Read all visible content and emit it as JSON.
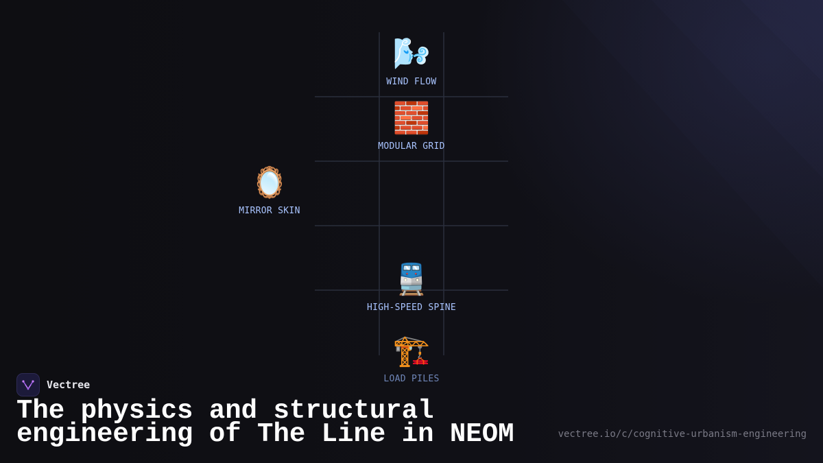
{
  "diagram": {
    "nodes": [
      {
        "id": "wind",
        "icon": "wind-icon",
        "emoji": "🌬️",
        "label": "WIND FLOW"
      },
      {
        "id": "grid",
        "icon": "bricks-icon",
        "emoji": "🧱",
        "label": "MODULAR GRID"
      },
      {
        "id": "mirror",
        "icon": "mirror-icon",
        "emoji": "🪞",
        "label": "MIRROR SKIN"
      },
      {
        "id": "train",
        "icon": "train-icon",
        "emoji": "🚆",
        "label": "HIGH-SPEED SPINE"
      },
      {
        "id": "piles",
        "icon": "construction-crane-icon",
        "emoji": "🏗️",
        "label": "LOAD PILES"
      }
    ]
  },
  "brand": {
    "name": "Vectree"
  },
  "headline": "The physics and structural\nengineering of The Line in NEOM",
  "footer": {
    "url": "vectree.io/c/cognitive-urbanism-engineering"
  },
  "colors": {
    "background": "#0f0f13",
    "label": "#a9c4ff",
    "grid": "#2a2f3d",
    "brand_accent": "#9b5de5"
  }
}
